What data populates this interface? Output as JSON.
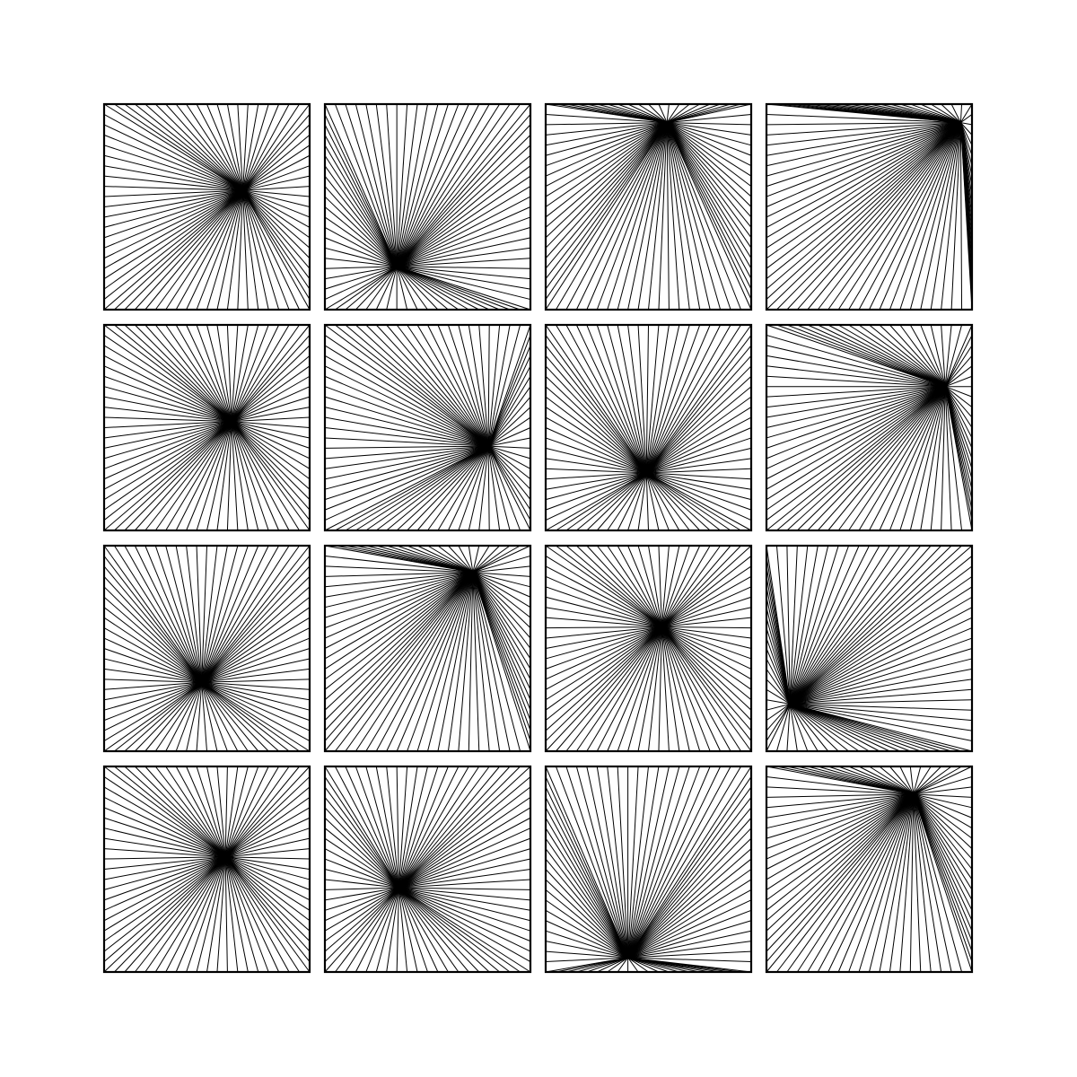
{
  "grid": {
    "rows": 4,
    "cols": 4,
    "rays_per_side": 20
  },
  "style": {
    "line_color": "#000000",
    "background": "#ffffff"
  },
  "tiles": [
    {
      "focus": [
        0.675,
        0.42
      ]
    },
    {
      "focus": [
        0.35,
        0.79
      ]
    },
    {
      "focus": [
        0.59,
        0.09
      ]
    },
    {
      "focus": [
        0.945,
        0.09
      ]
    },
    {
      "focus": [
        0.62,
        0.47
      ]
    },
    {
      "focus": [
        0.795,
        0.59
      ]
    },
    {
      "focus": [
        0.49,
        0.72
      ]
    },
    {
      "focus": [
        0.87,
        0.3
      ]
    },
    {
      "focus": [
        0.475,
        0.665
      ]
    },
    {
      "focus": [
        0.72,
        0.13
      ]
    },
    {
      "focus": [
        0.565,
        0.395
      ]
    },
    {
      "focus": [
        0.115,
        0.77
      ]
    },
    {
      "focus": [
        0.59,
        0.44
      ]
    },
    {
      "focus": [
        0.36,
        0.59
      ]
    },
    {
      "focus": [
        0.4,
        0.93
      ]
    },
    {
      "focus": [
        0.715,
        0.135
      ]
    }
  ]
}
